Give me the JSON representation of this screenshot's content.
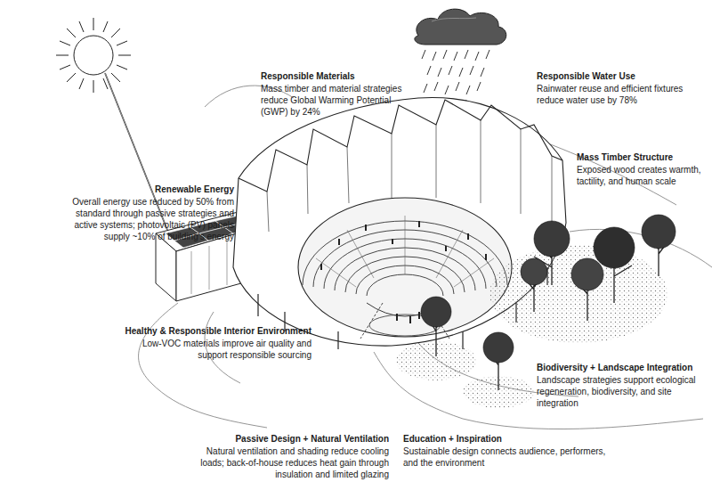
{
  "diagram": {
    "labels": [
      "Responsible Materials",
      "Mass timber and material strategies reduce Global Warming Potential (GWP) by 24%",
      "Responsible Water Use",
      "Rainwater reuse and efficient fixtures reduce water use by 78%",
      "Mass Timber Structure",
      "Exposed wood creates warmth, tactility, and human scale",
      "Renewable Energy",
      "Overall energy use reduced by 50% from standard through passive strategies and active systems; photovoltaic (PV) panels supply ~10% of building's energy",
      "Healthy & Responsible Interior Environment",
      "Low-VOC materials improve air quality and support responsible sourcing",
      "Biodiversity + Landscape Integration",
      "Landscape strategies support ecological regeneration, biodiversity, and site integration",
      "Passive Design + Natural Ventilation",
      "Natural ventilation and shading reduce cooling loads; back-of-house reduces heat gain through insulation and limited glazing",
      "Education + Inspiration",
      "Sustainable design connects audience, performers, and the environment"
    ]
  }
}
